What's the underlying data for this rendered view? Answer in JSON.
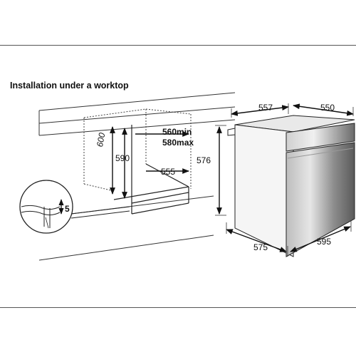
{
  "title": "Installation under a worktop",
  "dimensions": {
    "cabinet_height_left": "600",
    "cabinet_height_inner": "590",
    "depth_min": "560min",
    "depth_max": "580max",
    "cabinet_depth": "555",
    "floor_gap": "5",
    "oven_height": "576",
    "oven_top_depth": "557",
    "oven_top_width": "550",
    "oven_bottom_depth": "575",
    "oven_bottom_width": "595"
  }
}
